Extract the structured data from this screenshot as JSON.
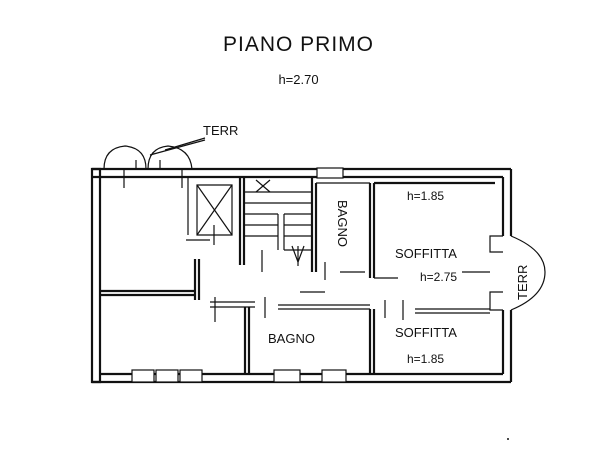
{
  "plan": {
    "title": "PIANO PRIMO",
    "height_note": "h=2.70"
  },
  "labels": {
    "terr_top": "TERR",
    "terr_right": "TERR",
    "bagno_vertical": "BAGNO",
    "bagno_bottom": "BAGNO",
    "soffitta_top": "SOFFITTA",
    "soffitta_bottom": "SOFFITTA",
    "h_top": "h=1.85",
    "h_mid": "h=2.75",
    "h_bottom": "h=1.85"
  }
}
